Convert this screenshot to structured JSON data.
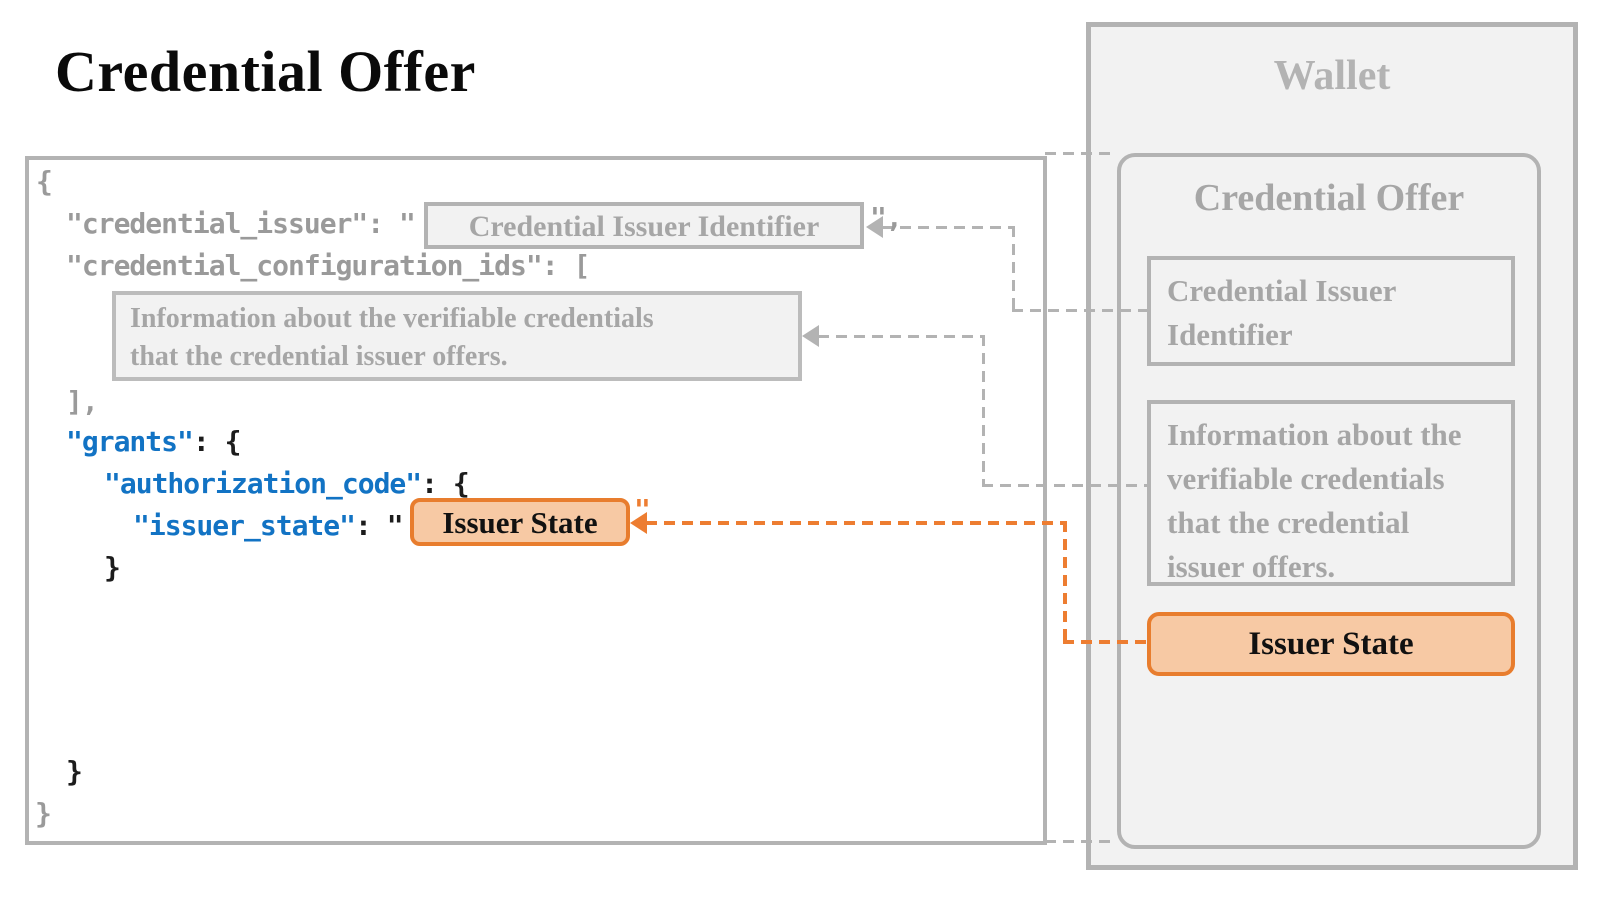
{
  "page": {
    "title": "Credential Offer"
  },
  "json_panel": {
    "tokens": {
      "brace_open": "{",
      "credential_issuer_key": "\"credential_issuer\": \"",
      "credential_issuer_close": "\",",
      "credential_configuration_ids": "\"credential_configuration_ids\": [",
      "array_close": "],",
      "grants_key": "\"grants\"",
      "grants_rest": ": {",
      "authorization_code_key": "\"authorization_code\"",
      "authorization_code_rest": ": {",
      "issuer_state_key": "\"issuer_state\"",
      "issuer_state_rest": ": \"",
      "issuer_state_close_quote": "\"",
      "brace_close_inner": "}",
      "brace_close_mid": "}",
      "brace_close_outer": "}"
    },
    "placeholders": {
      "credential_issuer_identifier": "Credential Issuer Identifier",
      "info_lines": [
        "Information about the verifiable credentials",
        "that the credential issuer offers."
      ],
      "issuer_state": "Issuer State"
    }
  },
  "wallet_panel": {
    "title": "Wallet",
    "header": "Credential Offer",
    "issuer_identifier_lines": [
      "Credential Issuer",
      "Identifier"
    ],
    "info_lines": [
      "Information about the",
      "verifiable credentials",
      "that the credential",
      "issuer offers."
    ],
    "issuer_state": "Issuer State"
  },
  "colors": {
    "accent_orange": "#ED7D31",
    "orange_fill": "#F7C9A4",
    "gray_text": "#a6a6a6",
    "gray_border": "#b3b3b3",
    "code_gray": "#9a9a9a",
    "code_blue": "#1273c4"
  }
}
